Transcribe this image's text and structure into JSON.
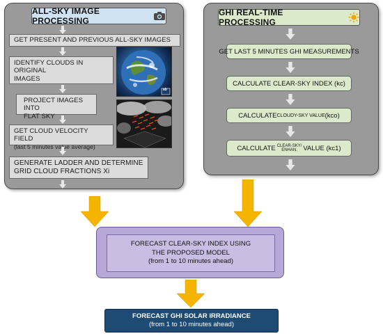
{
  "left_panel": {
    "title": "ALL-SKY IMAGE PROCESSING",
    "icon": "camera-icon",
    "steps": [
      {
        "line1": "GET PRESENT AND PREVIOUS ALL-SKY IMAGES"
      },
      {
        "line1": "IDENTIFY CLOUDS IN ORIGINAL",
        "line2": "IMAGES"
      },
      {
        "line1": "PROJECT IMAGES INTO",
        "line2": "FLAT SKY"
      },
      {
        "line1": "GET CLOUD VELOCITY FIELD",
        "line2": "(last 5 minutes value average)"
      },
      {
        "line1": "GENERATE LADDER AND DETERMINE",
        "line2": "GRID CLOUD FRACTIONS Xi"
      }
    ]
  },
  "right_panel": {
    "title": "GHI REAL-TIME PROCESSING",
    "icon": "sun-icon",
    "steps": [
      {
        "text": "GET LAST 5 MINUTES GHI MEASUREMENTS"
      },
      {
        "text": "CALCULATE CLEAR-SKY INDEX  (kc)"
      },
      {
        "pre": "CALCULATE ",
        "mid": "CLOUDY-SKY VALUE",
        "post": " (kco)"
      },
      {
        "pre": "CALCULATE ",
        "stack1": "CLEAR-SKY/",
        "stack2": "ENHAN.",
        "post": " VALUE (kc1)"
      }
    ]
  },
  "forecast": {
    "line1": "FORECAST CLEAR-SKY INDEX USING",
    "line2": "THE PROPOSED MODEL",
    "line3": "(from 1 to 10 minutes ahead)"
  },
  "ghi_forecast": {
    "line1": "FORECAST GHI SOLAR IRRADIANCE",
    "line2": "(from 1 to 10 minutes ahead)"
  },
  "photo_badge": "ab",
  "colors": {
    "panel_gray": "#9a9a9a",
    "blue_title": "#cfe3f3",
    "green_box": "#dbeacb",
    "purple_outer": "#b8a8d8",
    "purple_inner": "#c9bde4",
    "navy": "#1d4b73",
    "arrow_gold": "#f4b400"
  }
}
